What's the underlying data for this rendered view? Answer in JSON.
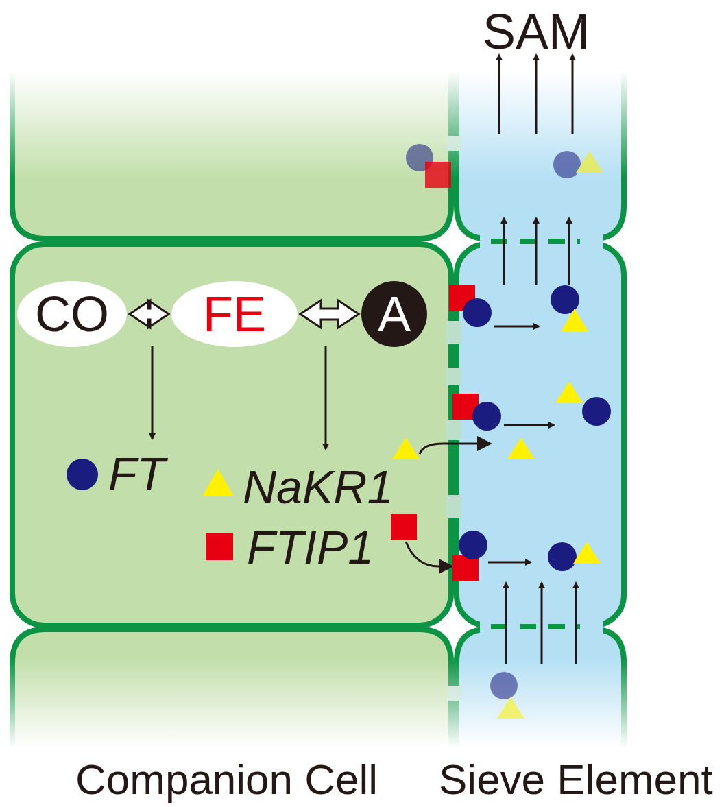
{
  "diagram": {
    "nodes": [
      {
        "text": [
          "CO"
        ]
      },
      {
        "text": [
          "FE"
        ]
      },
      {
        "text": [
          "A"
        ]
      }
    ],
    "edges": [
      {
        "from": 0,
        "to": 1,
        "arrow": "both"
      },
      {
        "from": 1,
        "to": 2,
        "arrow": "both"
      }
    ],
    "labels": [
      "SAM",
      "Companion Cell",
      "Sieve Element"
    ],
    "legend": [
      {
        "text": "FT",
        "color": "#1b1c80"
      },
      {
        "text": "NaKR1",
        "color": "#fff100"
      },
      {
        "text": "FTIP1",
        "color": "#e60012"
      }
    ]
  }
}
